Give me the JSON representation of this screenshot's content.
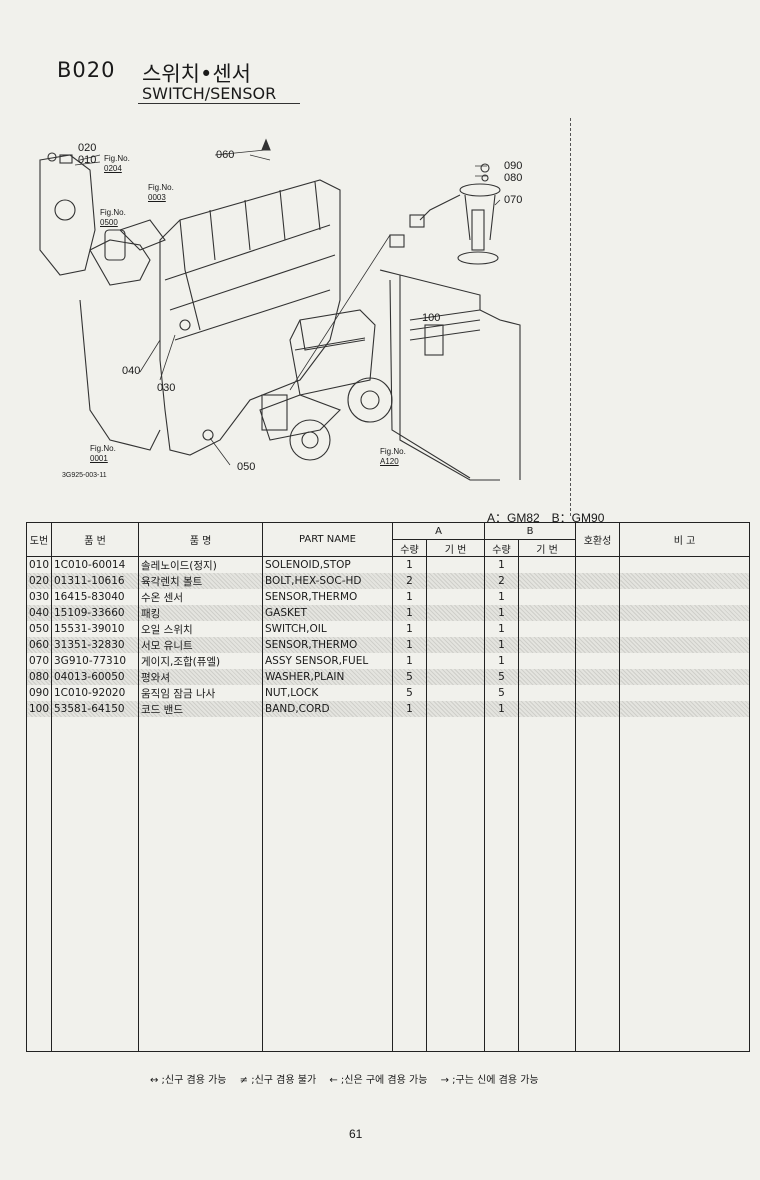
{
  "header": {
    "code": "B020",
    "title_ko": "스위치•센서",
    "title_en": "SWITCH/SENSOR"
  },
  "callouts": {
    "c020": "020",
    "c010": "010",
    "c060": "060",
    "c090": "090",
    "c080": "080",
    "c070": "070",
    "c100": "100",
    "c040": "040",
    "c030": "030",
    "c050": "050"
  },
  "fig_refs": {
    "fig0204": {
      "label": "Fig.No.",
      "num": "0204"
    },
    "fig0003": {
      "label": "Fig.No.",
      "num": "0003"
    },
    "fig0500": {
      "label": "Fig.No.",
      "num": "0500"
    },
    "fig0001": {
      "label": "Fig.No.",
      "num": "0001"
    },
    "figA120": {
      "label": "Fig.No.",
      "num": "A120"
    }
  },
  "figure_code": "3G925-003-11",
  "model_legend": "A：GM82　B：GM90",
  "table": {
    "headers": {
      "ref": "도번",
      "part_no": "품 번",
      "name_ko": "품 명",
      "name_en": "PART NAME",
      "group_a": "A",
      "group_b": "B",
      "qty": "수량",
      "serial": "기 번",
      "interchange": "호환성",
      "remarks": "비 고"
    },
    "rows": [
      {
        "ref": "010",
        "part_no": "1C010-60014",
        "name_ko": "솔레노이드(정지)",
        "name_en": "SOLENOID,STOP",
        "qty_a": "1",
        "qty_b": "1"
      },
      {
        "ref": "020",
        "part_no": "01311-10616",
        "name_ko": "육각렌치 볼트",
        "name_en": "BOLT,HEX-SOC-HD",
        "qty_a": "2",
        "qty_b": "2"
      },
      {
        "ref": "030",
        "part_no": "16415-83040",
        "name_ko": "수온 센서",
        "name_en": "SENSOR,THERMO",
        "qty_a": "1",
        "qty_b": "1"
      },
      {
        "ref": "040",
        "part_no": "15109-33660",
        "name_ko": "패킹",
        "name_en": "GASKET",
        "qty_a": "1",
        "qty_b": "1"
      },
      {
        "ref": "050",
        "part_no": "15531-39010",
        "name_ko": "오일 스위치",
        "name_en": "SWITCH,OIL",
        "qty_a": "1",
        "qty_b": "1"
      },
      {
        "ref": "060",
        "part_no": "31351-32830",
        "name_ko": "서모 유니트",
        "name_en": "SENSOR,THERMO",
        "qty_a": "1",
        "qty_b": "1"
      },
      {
        "ref": "070",
        "part_no": "3G910-77310",
        "name_ko": "게이지,조합(퓨엘)",
        "name_en": "ASSY SENSOR,FUEL",
        "qty_a": "1",
        "qty_b": "1"
      },
      {
        "ref": "080",
        "part_no": "04013-60050",
        "name_ko": "평와셔",
        "name_en": "WASHER,PLAIN",
        "qty_a": "5",
        "qty_b": "5"
      },
      {
        "ref": "090",
        "part_no": "1C010-92020",
        "name_ko": "움직임 잠금 나사",
        "name_en": "NUT,LOCK",
        "qty_a": "5",
        "qty_b": "5"
      },
      {
        "ref": "100",
        "part_no": "53581-64150",
        "name_ko": "코드 밴드",
        "name_en": "BAND,CORD",
        "qty_a": "1",
        "qty_b": "1"
      }
    ]
  },
  "footer": "↔ ;신구 겸용 가능　 ≠ ;신구 겸용 불가　 ← ;신은 구에 겸용 가능　 → ;구는 신에 겸용 가능",
  "page_number": "61"
}
